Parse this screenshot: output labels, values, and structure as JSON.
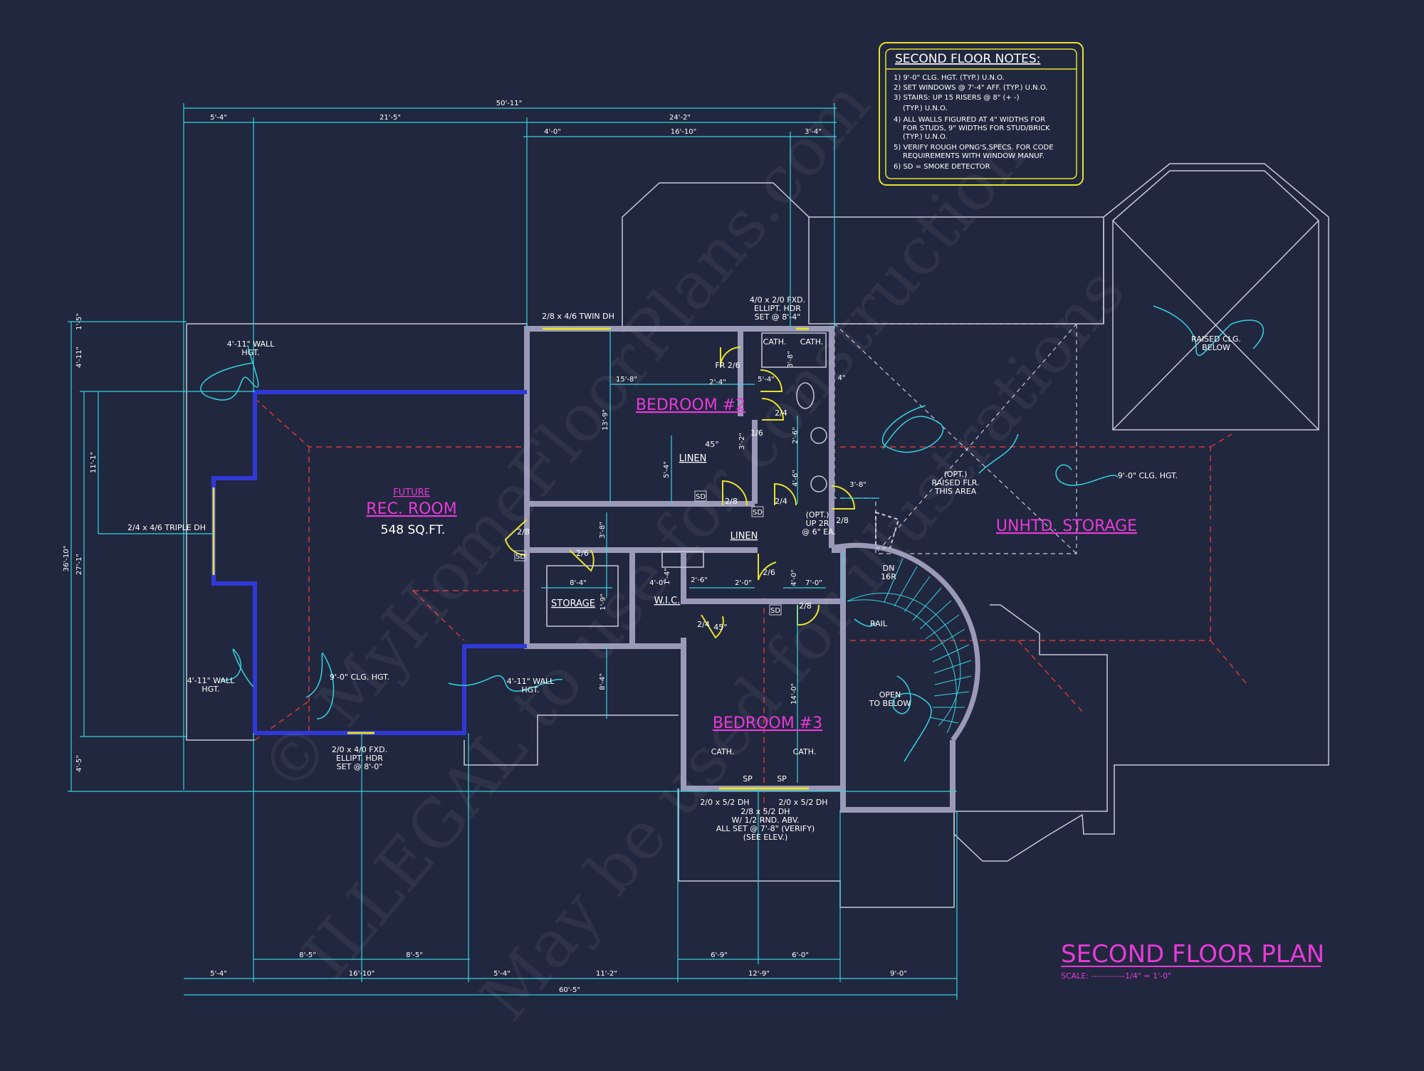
{
  "title": {
    "main": "SECOND FLOOR PLAN",
    "scale": "SCALE: ------------1/4\" = 1'-0\""
  },
  "notes": {
    "heading": "SECOND FLOOR NOTES:",
    "items": [
      "1) 9'-0\" CLG. HGT. (TYP.) U.N.O.",
      "2) SET WINDOWS @ 7'-4\" AFF. (TYP.) U.N.O.",
      "3) STAIRS: UP 15 RISERS @ 8\" (+ -)",
      "(TYP.) U.N.O.",
      "4) ALL WALLS FIGURED AT 4\" WIDTHS FOR",
      "FOR STUDS, 9\" WIDTHS FOR STUD/BRICK",
      "(TYP.) U.N.O.",
      "5) VERIFY ROUGH OPNG'S,SPECS. FOR CODE",
      "REQUIREMENTS WITH WINDOW MANUF.",
      "6) SD = SMOKE DETECTOR"
    ]
  },
  "rooms": {
    "rec_future": "FUTURE",
    "rec_name": "REC. ROOM",
    "rec_area": "548 SQ.FT.",
    "bed2": "BEDROOM #2",
    "bed3": "BEDROOM #3",
    "storage_unhtd": "UNHTD. STORAGE",
    "storage": "STORAGE",
    "wic": "W.I.C.",
    "linen1": "LINEN",
    "linen2": "LINEN"
  },
  "labels": {
    "wall_hgt_a1": "4'-11\" WALL",
    "wall_hgt_a2": "HGT.",
    "wall_hgt_b1": "4'-11\" WALL",
    "wall_hgt_b2": "HGT.",
    "wall_hgt_c1": "4'-11\" WALL",
    "wall_hgt_c2": "HGT.",
    "clg_rec": "9'-0\" CLG. HGT.",
    "clg_storage": "9'-0\" CLG. HGT.",
    "triple_dh": "2/4 x 4/6 TRIPLE DH",
    "twin_dh": "2/8 x 4/6 TWIN DH",
    "fxd_top1": "4/0 x 2/0 FXD.",
    "fxd_top2": "ELLIPT. HDR",
    "fxd_top3": "SET @ 8'-4\"",
    "fxd_bot1": "2/0 x 4/0 FXD.",
    "fxd_bot2": "ELLIPT. HDR",
    "fxd_bot3": "SET @ 8'-0\"",
    "raised_clg1": "RAISED CLG.",
    "raised_clg2": "BELOW",
    "opt_raised1": "(OPT.)",
    "opt_raised2": "RAISED FLR.",
    "opt_raised3": "THIS AREA",
    "opt_up1": "(OPT.)",
    "opt_up2": "UP 2R",
    "opt_up3": "@ 6\" EA.",
    "stair_dn1": "DN",
    "stair_dn2": "16R",
    "rail": "RAIL",
    "open_below1": "OPEN",
    "open_below2": "TO BELOW",
    "win_b3_1": "2/0 x 5/2 DH",
    "win_b3_2": "2/0 x 5/2 DH",
    "win_b3_3": "2/8 x 5/2 DH",
    "win_b3_4": "W/ 1/2 RND. ABV.",
    "win_b3_5": "ALL SET @ 7'-8\" (VERIFY)",
    "win_b3_6": "(SEE ELEV.)",
    "cath1": "CATH.",
    "cath2": "CATH.",
    "cath3": "CATH.",
    "cath4": "CATH.",
    "fr": "FR 2/6",
    "sp1": "SP",
    "sp2": "SP",
    "door_2_4a": "2/4",
    "door_2_4b": "2/4",
    "door_2_4c": "2/4",
    "door_1_6": "1/6",
    "door_2_8a": "2/8",
    "door_2_8b": "2/8",
    "door_2_8c": "2/8",
    "door_2_8d": "2/8",
    "door_2_6a": "2/6",
    "door_2_6b": "2/6",
    "deg45a": "45°",
    "deg45b": "45°",
    "sd1": "SD",
    "sd2": "SD",
    "sd3": "SD",
    "sd4": "SD"
  },
  "dims": {
    "top_overall": "50'-11\"",
    "top_a": "5'-4\"",
    "top_b": "21'-5\"",
    "top_c": "24'-2\"",
    "top_d": "4'-0\"",
    "top_e": "16'-10\"",
    "top_f": "3'-4\"",
    "bot_overall": "60'-5\"",
    "bot_a": "5'-4\"",
    "bot_b": "16'-10\"",
    "bot_c": "5'-4\"",
    "bot_d": "11'-2\"",
    "bot_e": "12'-9\"",
    "bot_f": "9'-0\"",
    "bot_g": "8'-5\"",
    "bot_h": "8'-5\"",
    "bot_i": "6'-9\"",
    "bot_j": "6'-0\"",
    "left_overall": "36'-10\"",
    "left_a": "27'-1\"",
    "left_b": "4'-11\"",
    "left_c": "4'-5\"",
    "left_d": "11'-1\"",
    "left_e": "1'-5\"",
    "in_1": "15'-8\"",
    "in_2": "13'-9\"",
    "in_3": "5'-4\"",
    "in_4": "5'-4\"",
    "in_5": "3'-8\"",
    "in_6": "2'-6\"",
    "in_7": "4'-6\"",
    "in_8": "3'-8\"",
    "in_9": "8'-4\"",
    "in_10": "1'-9\"",
    "in_11": "4'-0\"",
    "in_12": "2'-6\"",
    "in_13": "2'-0\"",
    "in_14": "7'-0\"",
    "in_15": "4'-0\"",
    "in_16": "14'-0\"",
    "in_17": "8'-4\"",
    "in_18": "3'-8\"",
    "in_19": "2'-4\"",
    "in_20": "3'-2\"",
    "in_21": "1'-4\"",
    "in_22": "4\""
  },
  "watermark": {
    "line1": "© MyHomeFloorPlans.com",
    "line2": "ILLEGAL to use for construction",
    "line3": "May be used for illustrations"
  },
  "colors": {
    "background": "#21273e",
    "dimension": "#34d3de",
    "wall": "#9a9ab8",
    "outline": "#c8c8d8",
    "hip": "#d43838",
    "accent": "#e83ad8",
    "notes_border": "#e6e22a"
  }
}
